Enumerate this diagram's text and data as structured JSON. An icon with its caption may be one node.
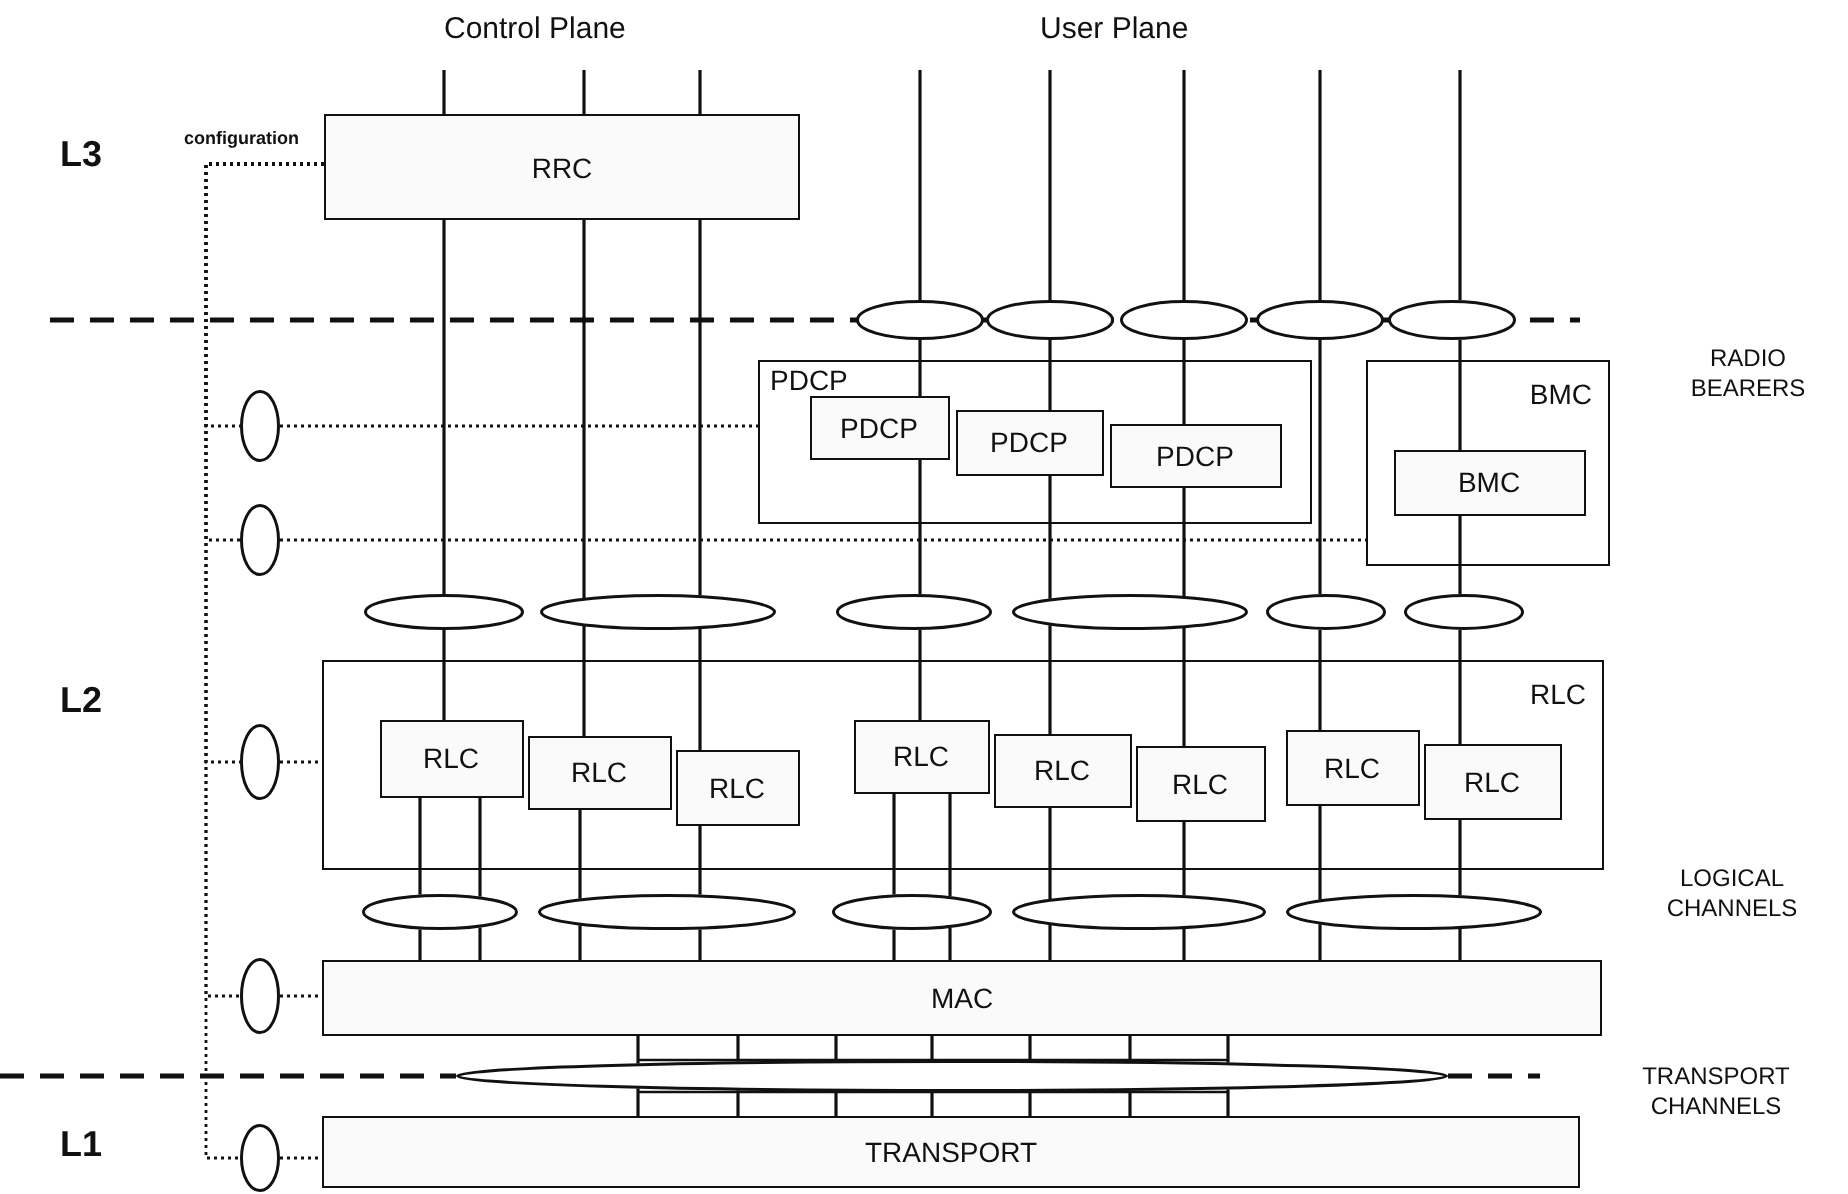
{
  "diagram": {
    "nodes": [
      {
        "text": [
          "RRC"
        ]
      },
      {
        "text": [
          "PDCP"
        ]
      },
      {
        "text": [
          "PDCP"
        ],
        "in": 1
      },
      {
        "text": [
          "PDCP"
        ],
        "in": 1
      },
      {
        "text": [
          "PDCP"
        ],
        "in": 1
      },
      {
        "text": [
          "BMC"
        ]
      },
      {
        "text": [
          "BMC"
        ],
        "in": 5
      },
      {
        "text": [
          "RLC"
        ]
      },
      {
        "text": [
          "RLC"
        ],
        "in": 7
      },
      {
        "text": [
          "RLC"
        ],
        "in": 7
      },
      {
        "text": [
          "RLC"
        ],
        "in": 7
      },
      {
        "text": [
          "RLC"
        ],
        "in": 7
      },
      {
        "text": [
          "RLC"
        ],
        "in": 7
      },
      {
        "text": [
          "RLC"
        ],
        "in": 7
      },
      {
        "text": [
          "RLC"
        ],
        "in": 7
      },
      {
        "text": [
          "RLC"
        ],
        "in": 7
      },
      {
        "text": [
          "MAC"
        ]
      },
      {
        "text": [
          "TRANSPORT"
        ]
      },
      {
        "text": [],
        "shape": "ellipse"
      },
      {
        "text": [],
        "shape": "ellipse"
      },
      {
        "text": [],
        "shape": "ellipse"
      },
      {
        "text": [],
        "shape": "ellipse"
      },
      {
        "text": [],
        "shape": "ellipse"
      },
      {
        "text": [],
        "shape": "ellipse"
      },
      {
        "text": [],
        "shape": "ellipse"
      },
      {
        "text": [],
        "shape": "ellipse"
      },
      {
        "text": [],
        "shape": "ellipse"
      },
      {
        "text": [],
        "shape": "ellipse"
      },
      {
        "text": [],
        "shape": "ellipse"
      },
      {
        "text": [],
        "shape": "ellipse"
      },
      {
        "text": [],
        "shape": "ellipse"
      },
      {
        "text": [],
        "shape": "ellipse"
      },
      {
        "text": [],
        "shape": "ellipse"
      },
      {
        "text": [],
        "shape": "ellipse"
      },
      {
        "text": [],
        "shape": "ellipse"
      },
      {
        "text": [],
        "shape": "ellipse"
      },
      {
        "text": [],
        "shape": "ellipse"
      },
      {
        "text": [],
        "shape": "ellipse"
      },
      {
        "text": [],
        "shape": "ellipse"
      },
      {
        "text": [],
        "shape": "ellipse"
      }
    ],
    "edges": [
      {
        "from": null,
        "to": 0,
        "arrow": "none"
      },
      {
        "from": null,
        "to": 0,
        "arrow": "none"
      },
      {
        "from": null,
        "to": 0,
        "arrow": "none"
      },
      {
        "from": null,
        "to": 18,
        "arrow": "none"
      },
      {
        "from": null,
        "to": 19,
        "arrow": "none"
      },
      {
        "from": null,
        "to": 20,
        "arrow": "none"
      },
      {
        "from": null,
        "to": 21,
        "arrow": "none"
      },
      {
        "from": null,
        "to": 22,
        "arrow": "none"
      },
      {
        "from": 0,
        "to": 23,
        "arrow": "none"
      },
      {
        "from": 0,
        "to": 24,
        "arrow": "none"
      },
      {
        "from": 0,
        "to": 24,
        "arrow": "none"
      },
      {
        "from": 23,
        "to": 8,
        "arrow": "none"
      },
      {
        "from": 24,
        "to": 9,
        "arrow": "none"
      },
      {
        "from": 24,
        "to": 10,
        "arrow": "none"
      },
      {
        "from": 18,
        "to": 2,
        "arrow": "none"
      },
      {
        "from": 2,
        "to": 25,
        "arrow": "none"
      },
      {
        "from": 25,
        "to": 11,
        "arrow": "none"
      },
      {
        "from": 19,
        "to": 3,
        "arrow": "none"
      },
      {
        "from": 3,
        "to": 26,
        "arrow": "none"
      },
      {
        "from": 26,
        "to": 12,
        "arrow": "none"
      },
      {
        "from": 20,
        "to": 4,
        "arrow": "none"
      },
      {
        "from": 4,
        "to": 26,
        "arrow": "none"
      },
      {
        "from": 26,
        "to": 13,
        "arrow": "none"
      },
      {
        "from": 21,
        "to": 27,
        "arrow": "none"
      },
      {
        "from": 27,
        "to": 14,
        "arrow": "none"
      },
      {
        "from": 22,
        "to": 6,
        "arrow": "none"
      },
      {
        "from": 6,
        "to": 28,
        "arrow": "none"
      },
      {
        "from": 28,
        "to": 15,
        "arrow": "none"
      },
      {
        "from": 8,
        "to": 29,
        "arrow": "none"
      },
      {
        "from": 8,
        "to": 29,
        "arrow": "none"
      },
      {
        "from": 9,
        "to": 30,
        "arrow": "none"
      },
      {
        "from": 10,
        "to": 30,
        "arrow": "none"
      },
      {
        "from": 11,
        "to": 31,
        "arrow": "none"
      },
      {
        "from": 11,
        "to": 31,
        "arrow": "none"
      },
      {
        "from": 12,
        "to": 32,
        "arrow": "none"
      },
      {
        "from": 13,
        "to": 32,
        "arrow": "none"
      },
      {
        "from": 14,
        "to": 33,
        "arrow": "none"
      },
      {
        "from": 15,
        "to": 33,
        "arrow": "none"
      },
      {
        "from": 29,
        "to": 16,
        "arrow": "none"
      },
      {
        "from": 29,
        "to": 16,
        "arrow": "none"
      },
      {
        "from": 30,
        "to": 16,
        "arrow": "none"
      },
      {
        "from": 30,
        "to": 16,
        "arrow": "none"
      },
      {
        "from": 31,
        "to": 16,
        "arrow": "none"
      },
      {
        "from": 31,
        "to": 16,
        "arrow": "none"
      },
      {
        "from": 32,
        "to": 16,
        "arrow": "none"
      },
      {
        "from": 32,
        "to": 16,
        "arrow": "none"
      },
      {
        "from": 33,
        "to": 16,
        "arrow": "none"
      },
      {
        "from": 33,
        "to": 16,
        "arrow": "none"
      },
      {
        "from": 16,
        "to": 34,
        "arrow": "none"
      },
      {
        "from": 16,
        "to": 34,
        "arrow": "none"
      },
      {
        "from": 16,
        "to": 34,
        "arrow": "none"
      },
      {
        "from": 16,
        "to": 34,
        "arrow": "none"
      },
      {
        "from": 16,
        "to": 34,
        "arrow": "none"
      },
      {
        "from": 16,
        "to": 34,
        "arrow": "none"
      },
      {
        "from": 16,
        "to": 34,
        "arrow": "none"
      },
      {
        "from": 34,
        "to": 17,
        "arrow": "none"
      },
      {
        "from": 34,
        "to": 17,
        "arrow": "none"
      },
      {
        "from": 34,
        "to": 17,
        "arrow": "none"
      },
      {
        "from": 34,
        "to": 17,
        "arrow": "none"
      },
      {
        "from": 34,
        "to": 17,
        "arrow": "none"
      },
      {
        "from": 34,
        "to": 17,
        "arrow": "none"
      },
      {
        "from": 34,
        "to": 17,
        "arrow": "none"
      },
      {
        "from": 0,
        "to": 35,
        "arrow": "none",
        "style": "dashed"
      },
      {
        "from": 0,
        "to": 36,
        "arrow": "none",
        "style": "dashed"
      },
      {
        "from": 0,
        "to": 37,
        "arrow": "none",
        "style": "dashed"
      },
      {
        "from": 0,
        "to": 38,
        "arrow": "none",
        "style": "dashed"
      },
      {
        "from": 0,
        "to": 39,
        "arrow": "none",
        "style": "dashed"
      },
      {
        "from": 35,
        "to": 1,
        "arrow": "none",
        "style": "dashed"
      },
      {
        "from": 36,
        "to": 5,
        "arrow": "none",
        "style": "dashed"
      },
      {
        "from": 37,
        "to": 7,
        "arrow": "none",
        "style": "dashed"
      },
      {
        "from": 38,
        "to": 16,
        "arrow": "none",
        "style": "dashed"
      },
      {
        "from": 39,
        "to": 17,
        "arrow": "none",
        "style": "dashed"
      }
    ],
    "labels": [
      "Control Plane",
      "User Plane",
      "configuration",
      "L3",
      "RADIO BEARERS",
      "L2",
      "LOGICAL CHANNELS",
      "TRANSPORT CHANNELS",
      "L1"
    ]
  }
}
